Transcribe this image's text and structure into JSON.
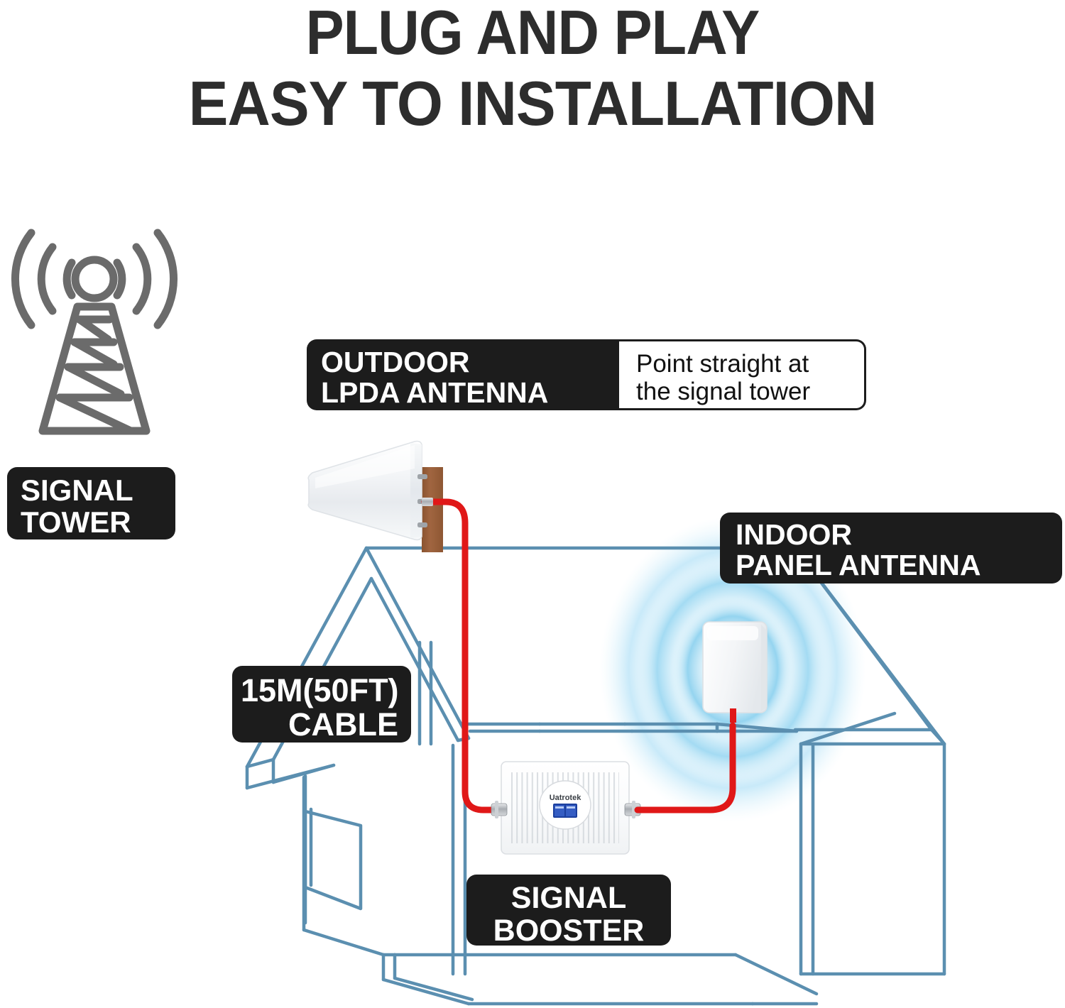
{
  "title": {
    "line1": "PLUG AND PLAY",
    "line2": "EASY TO INSTALLATION",
    "color": "#2d2d2d"
  },
  "labels": {
    "signal_tower": {
      "line1": "SIGNAL",
      "line2": "TOWER"
    },
    "outdoor_antenna": {
      "line1": "OUTDOOR",
      "line2": "LPDA  ANTENNA"
    },
    "point_note": {
      "line1": "Point straight at",
      "line2": "the signal tower"
    },
    "indoor_antenna": {
      "line1": "INDOOR",
      "line2": " PANEL  ANTENNA"
    },
    "cable": {
      "line1": "15M(50FT)",
      "line2": "CABLE"
    },
    "booster": {
      "line1": "SIGNAL",
      "line2": "BOOSTER"
    }
  },
  "device": {
    "booster_brand": "Uatrotek"
  },
  "colors": {
    "label_bg": "#1c1c1c",
    "label_text": "#ffffff",
    "title_text": "#2d2d2d",
    "tower_gray": "#6b6b6b",
    "house_line": "#5b8fb0",
    "house_line_light": "#8fbcd6",
    "cable_red": "#e01818",
    "pole_brown": "#9a5f3a",
    "signal_ring_outer": "#dff2fb",
    "signal_ring_mid": "#bbe4f5",
    "signal_ring_inner": "#a2daf0",
    "device_white": "#fbfcfd",
    "connector_silver": "#b9bcc0",
    "lcd_blue": "#1b3f9e"
  }
}
